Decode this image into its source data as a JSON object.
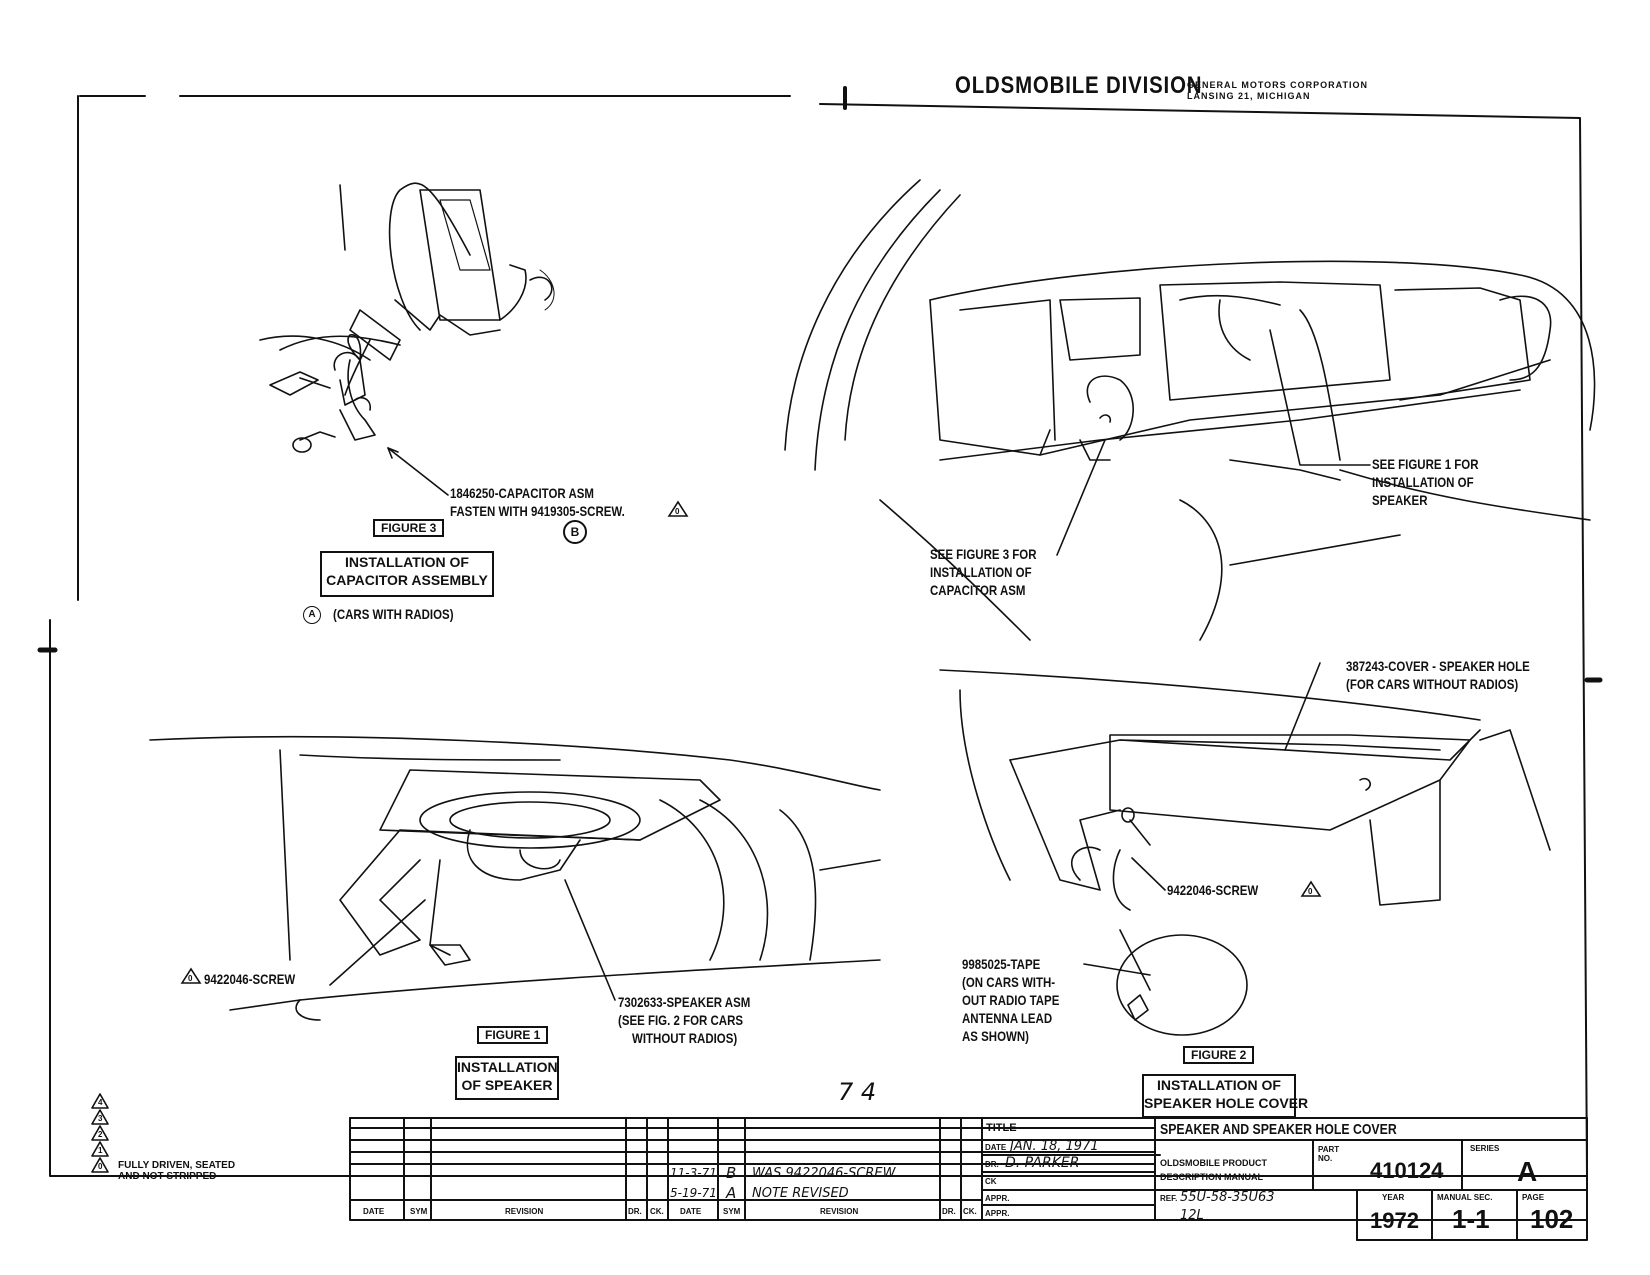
{
  "header": {
    "division": "OLDSMOBILE DIVISION",
    "corp_line1": "GENERAL MOTORS CORPORATION",
    "corp_line2": "LANSING 21, MICHIGAN"
  },
  "figure3": {
    "callout_line1": "1846250-CAPACITOR ASM",
    "callout_line2": "FASTEN WITH 9419305-SCREW.",
    "ref_marker_0": "0",
    "circle_b": "B",
    "tag": "FIGURE 3",
    "caption_line1": "INSTALLATION OF",
    "caption_line2": "CAPACITOR ASSEMBLY",
    "circle_a": "A",
    "note": "(CARS WITH RADIOS)"
  },
  "overview": {
    "see_fig1_line1": "SEE FIGURE 1 FOR",
    "see_fig1_line2": "INSTALLATION OF",
    "see_fig1_line3": "SPEAKER",
    "see_fig3_line1": "SEE FIGURE 3 FOR",
    "see_fig3_line2": "INSTALLATION OF",
    "see_fig3_line3": "CAPACITOR ASM"
  },
  "figure1": {
    "screw_marker": "0",
    "screw_label": "9422046-SCREW",
    "speaker_line1": "7302633-SPEAKER ASM",
    "speaker_line2": "(SEE FIG. 2 FOR CARS",
    "speaker_line3": "WITHOUT RADIOS)",
    "tag": "FIGURE 1",
    "caption_line1": "INSTALLATION",
    "caption_line2": "OF SPEAKER"
  },
  "figure2": {
    "cover_line1": "387243-COVER - SPEAKER HOLE",
    "cover_line2": "(FOR CARS WITHOUT RADIOS)",
    "screw_label": "9422046-SCREW",
    "screw_marker": "0",
    "tape_line1": "9985025-TAPE",
    "tape_line2": "(ON CARS WITH-",
    "tape_line3": "OUT RADIO TAPE",
    "tape_line4": "ANTENNA LEAD",
    "tape_line5": "AS SHOWN)",
    "tag": "FIGURE 2",
    "caption_line1": "INSTALLATION OF",
    "caption_line2": "SPEAKER HOLE COVER"
  },
  "page_mark": "7 4",
  "legend": {
    "markers": [
      "4",
      "3",
      "2",
      "1",
      "0"
    ],
    "note_line1": "FULLY DRIVEN, SEATED",
    "note_line2": "AND NOT STRIPPED"
  },
  "title_block": {
    "col_date": "DATE",
    "col_sym": "SYM",
    "col_revision": "REVISION",
    "col_dr": "DR.",
    "col_ck": "CK.",
    "rev_b_date": "11-3-71",
    "rev_b_sym": "B",
    "rev_b_text": "WAS 9422046-SCREW",
    "rev_a_date": "5-19-71",
    "rev_a_sym": "A",
    "rev_a_text": "NOTE REVISED",
    "title_label": "TITLE",
    "title": "SPEAKER AND SPEAKER HOLE COVER",
    "date_label": "DATE",
    "date_value": "JAN. 18, 1971",
    "dr_label": "DR.",
    "dr_value": "D. PARKER",
    "ck_label": "CK",
    "appr_label1": "APPR.",
    "appr_label2": "APPR.",
    "manual_line1": "OLDSMOBILE PRODUCT",
    "manual_line2": "DESCRIPTION MANUAL",
    "part_label": "PART NO.",
    "part_no": "410124",
    "series_label": "SERIES",
    "series": "A",
    "ref_label": "REF.",
    "ref_value": "55U-58-35U63",
    "ref_value2": "12L",
    "year_label": "YEAR",
    "year": "1972",
    "manual_sec_label": "MANUAL SEC.",
    "manual_sec": "1-1",
    "page_label": "PAGE",
    "page": "102"
  }
}
